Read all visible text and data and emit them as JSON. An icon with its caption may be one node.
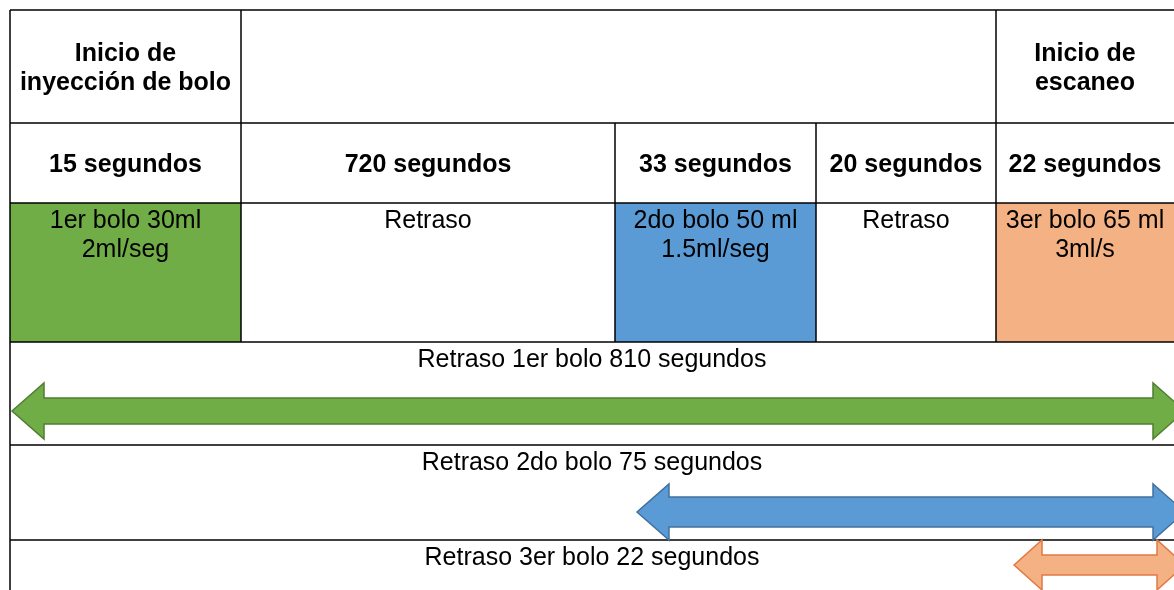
{
  "diagram": {
    "labels": [
      "Inicio de inyección de bolo",
      "Inicio de escaneo",
      "15 segundos",
      "720 segundos",
      "33 segundos",
      "20 segundos",
      "22 segundos",
      "1er bolo 30ml 2ml/seg",
      "Retraso",
      "2do bolo 50 ml 1.5ml/seg",
      "Retraso",
      "3er bolo 65 ml 3ml/s",
      "Retraso 1er bolo 810 segundos",
      "Retraso 2do bolo 75 segundos",
      "Retraso 3er bolo 22 segundos"
    ]
  }
}
